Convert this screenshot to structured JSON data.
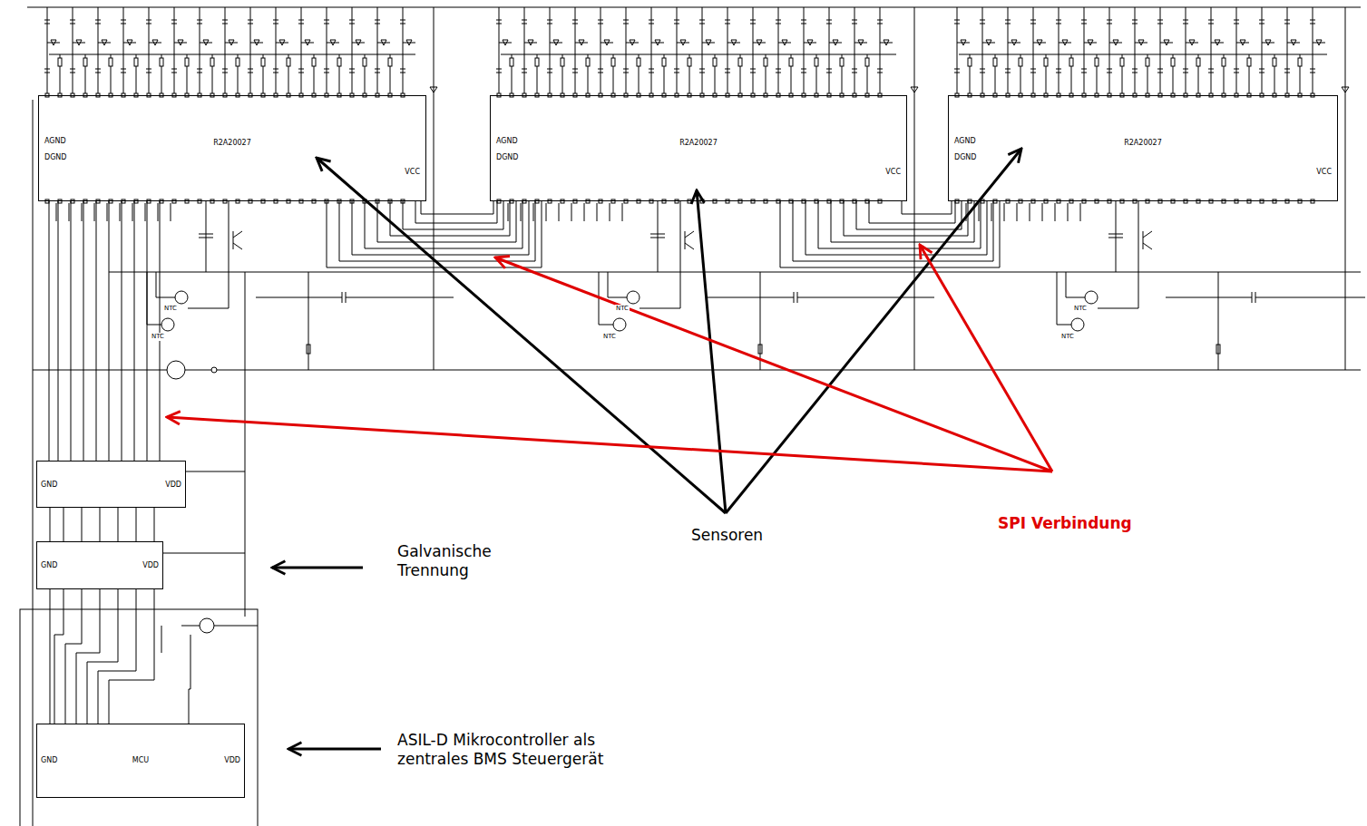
{
  "diagram": {
    "nodes": [
      {
        "text": [
          "R2A20027",
          "AGND",
          "DGND",
          "VCC"
        ]
      },
      {
        "text": [
          "R2A20027",
          "AGND",
          "DGND",
          "VCC"
        ]
      },
      {
        "text": [
          "R2A20027",
          "AGND",
          "DGND",
          "VCC"
        ]
      },
      {
        "text": [
          "GND",
          "VDD"
        ]
      },
      {
        "text": [
          "GND",
          "VDD"
        ]
      },
      {
        "text": [
          "MCU",
          "GND",
          "VDD"
        ]
      }
    ],
    "edges": [
      {
        "from": 0,
        "to": 1,
        "arrow": "none"
      },
      {
        "from": 1,
        "to": 2,
        "arrow": "none"
      },
      {
        "from": 0,
        "to": 3,
        "arrow": "none"
      },
      {
        "from": 3,
        "to": 4,
        "arrow": "none"
      },
      {
        "from": 4,
        "to": 5,
        "arrow": "none"
      }
    ],
    "labels": [
      "Sensoren",
      "SPI Verbindung",
      "Galvanische Trennung",
      "ASIL-D Mikrocontroller als zentrales BMS Steuergerät",
      "NTC",
      "NTC",
      "NTC",
      "NTC",
      "NTC",
      "NTC"
    ]
  }
}
